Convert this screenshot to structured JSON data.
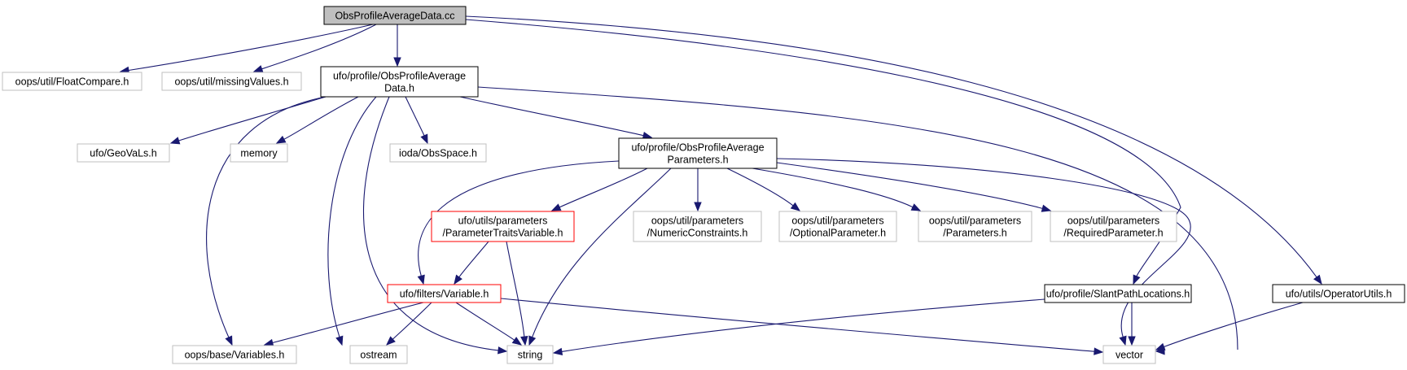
{
  "colors": {
    "edge": "#191970",
    "root_fill": "#bfbfbf",
    "border_documented": "#000000",
    "border_undocumented": "#bfbfbf",
    "border_truncated": "#ff0000",
    "text": "#000000"
  },
  "nodes": {
    "root": {
      "lines": [
        "ObsProfileAverageData.cc"
      ],
      "kind": "root"
    },
    "floatcompare": {
      "lines": [
        "oops/util/FloatCompare.h"
      ],
      "kind": "undocumented"
    },
    "missingvalues": {
      "lines": [
        "oops/util/missingValues.h"
      ],
      "kind": "undocumented"
    },
    "averagedata_h": {
      "lines": [
        "ufo/profile/ObsProfileAverage",
        "Data.h"
      ],
      "kind": "documented"
    },
    "geovals": {
      "lines": [
        "ufo/GeoVaLs.h"
      ],
      "kind": "undocumented"
    },
    "memory": {
      "lines": [
        "memory"
      ],
      "kind": "undocumented"
    },
    "obsspace": {
      "lines": [
        "ioda/ObsSpace.h"
      ],
      "kind": "undocumented"
    },
    "averageparams": {
      "lines": [
        "ufo/profile/ObsProfileAverage",
        "Parameters.h"
      ],
      "kind": "documented"
    },
    "paramtraits": {
      "lines": [
        "ufo/utils/parameters",
        "/ParameterTraitsVariable.h"
      ],
      "kind": "truncated"
    },
    "numericconstraints": {
      "lines": [
        "oops/util/parameters",
        "/NumericConstraints.h"
      ],
      "kind": "undocumented"
    },
    "optionalparameter": {
      "lines": [
        "oops/util/parameters",
        "/OptionalParameter.h"
      ],
      "kind": "undocumented"
    },
    "parameters": {
      "lines": [
        "oops/util/parameters",
        "/Parameters.h"
      ],
      "kind": "undocumented"
    },
    "requiredparameter": {
      "lines": [
        "oops/util/parameters",
        "/RequiredParameter.h"
      ],
      "kind": "undocumented"
    },
    "variable": {
      "lines": [
        "ufo/filters/Variable.h"
      ],
      "kind": "truncated"
    },
    "slantpath": {
      "lines": [
        "ufo/profile/SlantPathLocations.h"
      ],
      "kind": "documented"
    },
    "operatorutils": {
      "lines": [
        "ufo/utils/OperatorUtils.h"
      ],
      "kind": "documented"
    },
    "variables": {
      "lines": [
        "oops/base/Variables.h"
      ],
      "kind": "undocumented"
    },
    "ostream": {
      "lines": [
        "ostream"
      ],
      "kind": "undocumented"
    },
    "string": {
      "lines": [
        "string"
      ],
      "kind": "undocumented"
    },
    "vector": {
      "lines": [
        "vector"
      ],
      "kind": "undocumented"
    }
  },
  "edges": [
    [
      "root",
      "floatcompare"
    ],
    [
      "root",
      "missingvalues"
    ],
    [
      "root",
      "averagedata_h"
    ],
    [
      "root",
      "slantpath"
    ],
    [
      "root",
      "operatorutils"
    ],
    [
      "averagedata_h",
      "geovals"
    ],
    [
      "averagedata_h",
      "memory"
    ],
    [
      "averagedata_h",
      "obsspace"
    ],
    [
      "averagedata_h",
      "averageparams"
    ],
    [
      "averagedata_h",
      "variables"
    ],
    [
      "averagedata_h",
      "ostream"
    ],
    [
      "averagedata_h",
      "string"
    ],
    [
      "averagedata_h",
      "vector"
    ],
    [
      "averageparams",
      "paramtraits"
    ],
    [
      "averageparams",
      "numericconstraints"
    ],
    [
      "averageparams",
      "optionalparameter"
    ],
    [
      "averageparams",
      "parameters"
    ],
    [
      "averageparams",
      "requiredparameter"
    ],
    [
      "averageparams",
      "variable"
    ],
    [
      "averageparams",
      "string"
    ],
    [
      "averageparams",
      "vector"
    ],
    [
      "paramtraits",
      "variable"
    ],
    [
      "paramtraits",
      "string"
    ],
    [
      "variable",
      "variables"
    ],
    [
      "variable",
      "ostream"
    ],
    [
      "variable",
      "string"
    ],
    [
      "variable",
      "vector"
    ],
    [
      "slantpath",
      "string"
    ],
    [
      "slantpath",
      "vector"
    ],
    [
      "operatorutils",
      "vector"
    ]
  ]
}
